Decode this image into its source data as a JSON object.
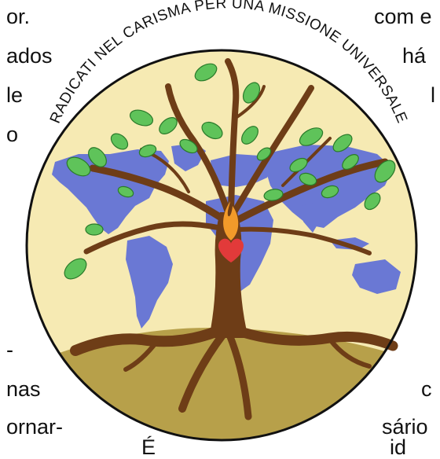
{
  "page_text": {
    "fragments": [
      "or.",
      "ados",
      "le",
      "o",
      "-",
      "nas",
      "ornar-",
      "É",
      "com e",
      "há",
      "l",
      "c",
      "sário",
      "id"
    ]
  },
  "emblem": {
    "motto": "RADICATI NEL CARISMA PER UNA MISSIONE UNIVERSALE"
  },
  "colors": {
    "disc": "#f6eab3",
    "ground": "#b7a04a",
    "ring": "#111111",
    "continents": "#6a78d4",
    "trunk": "#6e3d17",
    "leaf": "#5fc35a",
    "leaf_edge": "#2a7a2a",
    "heart": "#e23a3a",
    "flame": "#f29a2a",
    "text": "#111111"
  }
}
